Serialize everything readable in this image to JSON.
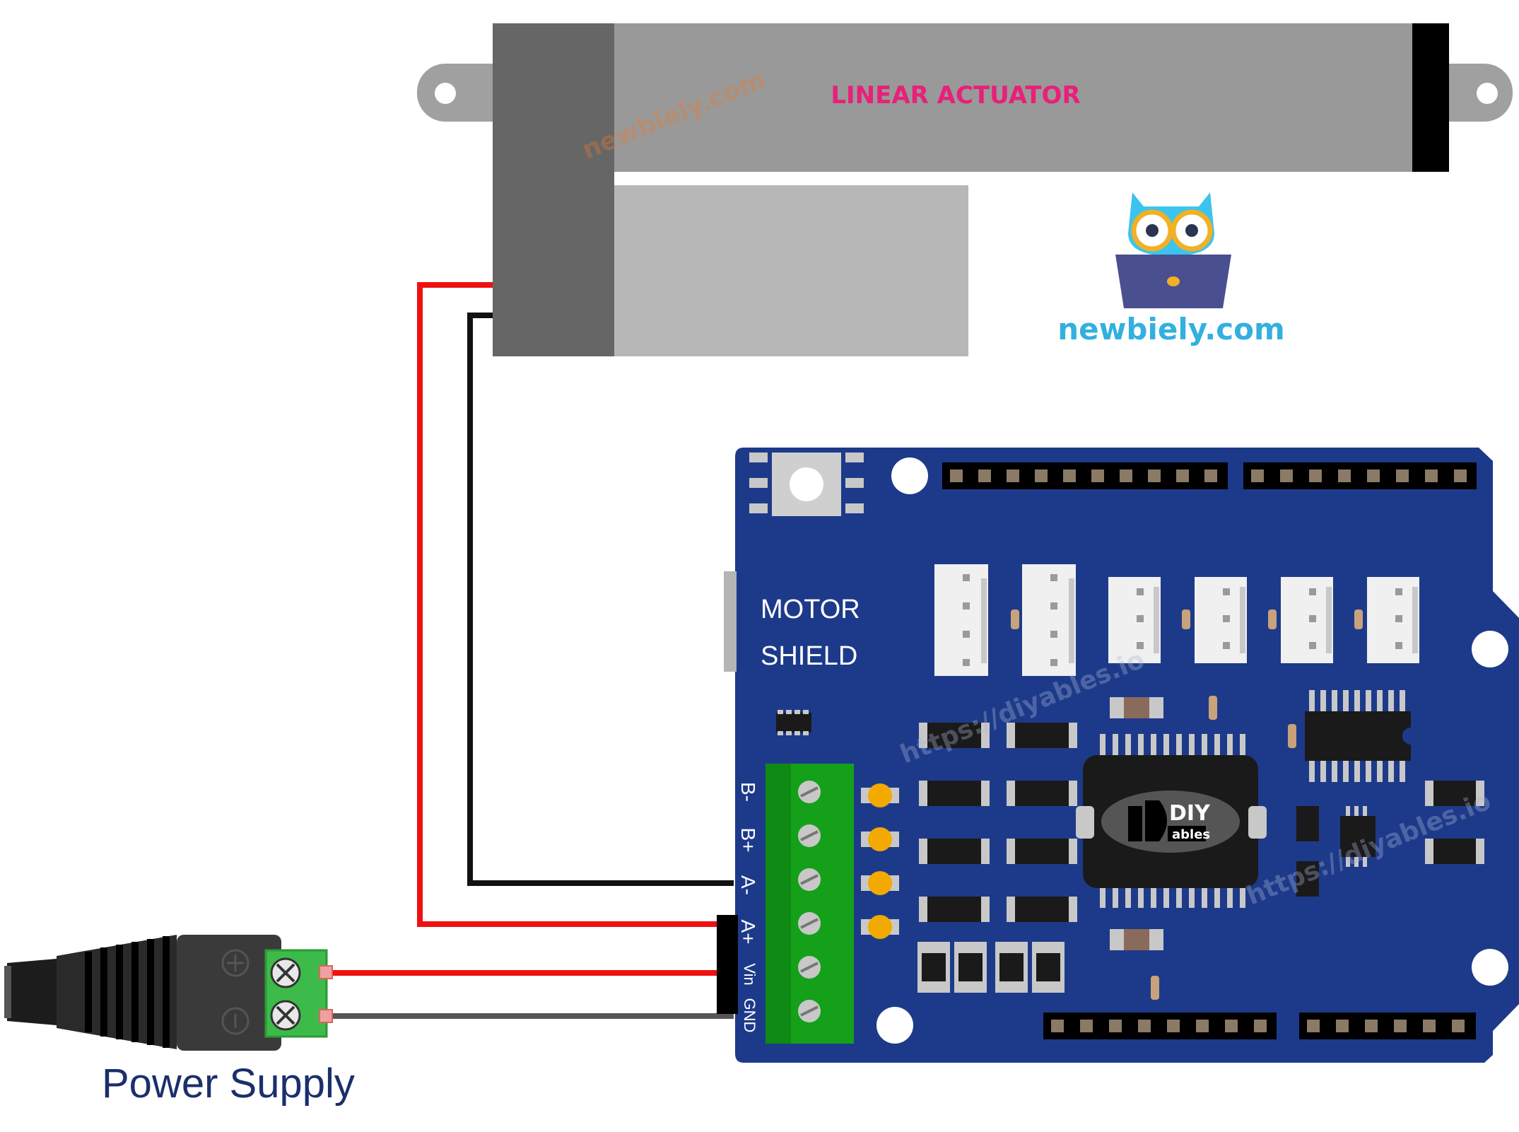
{
  "actuator": {
    "label": "LINEAR ACTUATOR"
  },
  "branding": {
    "site": "newbiely.com",
    "watermark_actuator": "newbiely.com",
    "watermark_board_1": "https://diyables.io",
    "watermark_board_2": "https://diyables.io"
  },
  "shield": {
    "line1": "MOTOR",
    "line2": "SHIELD",
    "logo_main": "DIY",
    "logo_sub": "ables",
    "terminals": [
      "B-",
      "B+",
      "A-",
      "A+",
      "Vin",
      "GND"
    ]
  },
  "power": {
    "label": "Power Supply",
    "plus_icon": "plus-icon",
    "minus_icon": "minus-icon"
  },
  "colors": {
    "wire_red": "#ee1111",
    "wire_black": "#111111",
    "wire_gray": "#555555",
    "board": "#1d3a8a",
    "actuator_label": "#e8207a",
    "brand": "#32b0df",
    "power_label": "#1a2f6b"
  }
}
